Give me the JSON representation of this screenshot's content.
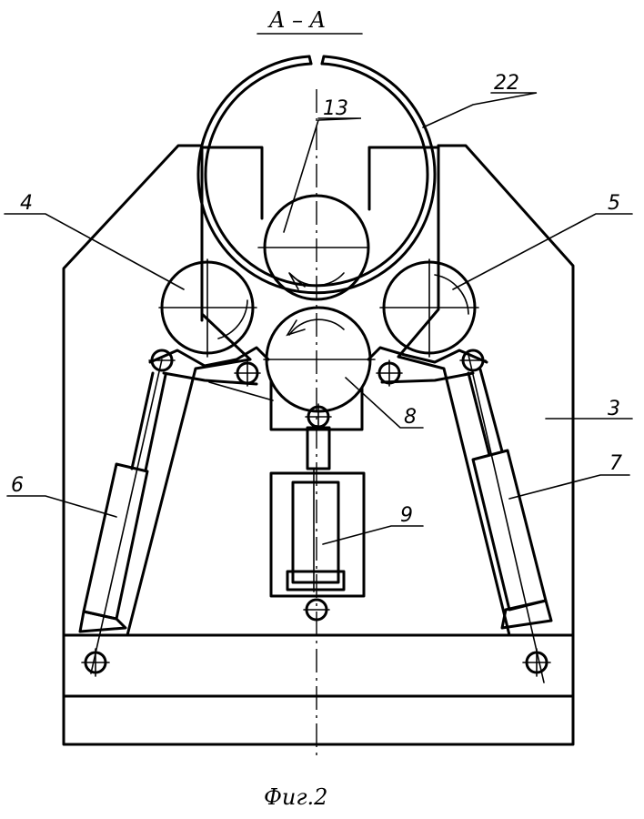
{
  "diagram": {
    "section_title": "A – A",
    "figure_caption": "Фиг.2",
    "labels": {
      "l22": "22",
      "l13": "13",
      "l4": "4",
      "l5": "5",
      "l3": "3",
      "l8": "8",
      "l6": "6",
      "l7": "7",
      "l9": "9"
    }
  }
}
